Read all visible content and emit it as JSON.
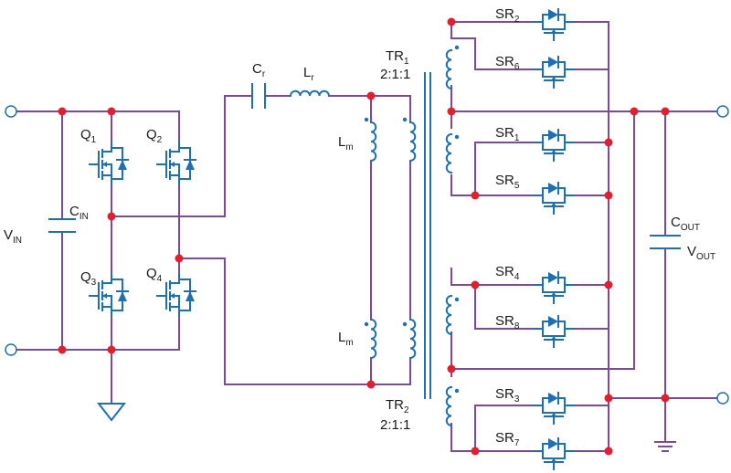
{
  "colors": {
    "wire": "#7b4a9e",
    "component": "#1f6fb2",
    "node": "#e0202e",
    "text": "#1a1a1a"
  },
  "labels": {
    "vin": {
      "main": "V",
      "sub": "IN"
    },
    "cin": {
      "main": "C",
      "sub": "IN"
    },
    "q1": {
      "main": "Q",
      "sub": "1"
    },
    "q2": {
      "main": "Q",
      "sub": "2"
    },
    "q3": {
      "main": "Q",
      "sub": "3"
    },
    "q4": {
      "main": "Q",
      "sub": "4"
    },
    "cr": {
      "main": "C",
      "sub": "r"
    },
    "lr": {
      "main": "L",
      "sub": "r"
    },
    "tr1": {
      "main": "TR",
      "sub": "1",
      "ratio": "2:1:1"
    },
    "tr2": {
      "main": "TR",
      "sub": "2",
      "ratio": "2:1:1"
    },
    "lm1": {
      "main": "L",
      "sub": "m"
    },
    "lm2": {
      "main": "L",
      "sub": "m"
    },
    "sr1": {
      "main": "SR",
      "sub": "1"
    },
    "sr2": {
      "main": "SR",
      "sub": "2"
    },
    "sr3": {
      "main": "SR",
      "sub": "3"
    },
    "sr4": {
      "main": "SR",
      "sub": "4"
    },
    "sr5": {
      "main": "SR",
      "sub": "5"
    },
    "sr6": {
      "main": "SR",
      "sub": "6"
    },
    "sr7": {
      "main": "SR",
      "sub": "7"
    },
    "sr8": {
      "main": "SR",
      "sub": "8"
    },
    "cout": {
      "main": "C",
      "sub": "OUT"
    },
    "vout": {
      "main": "V",
      "sub": "OUT"
    }
  }
}
